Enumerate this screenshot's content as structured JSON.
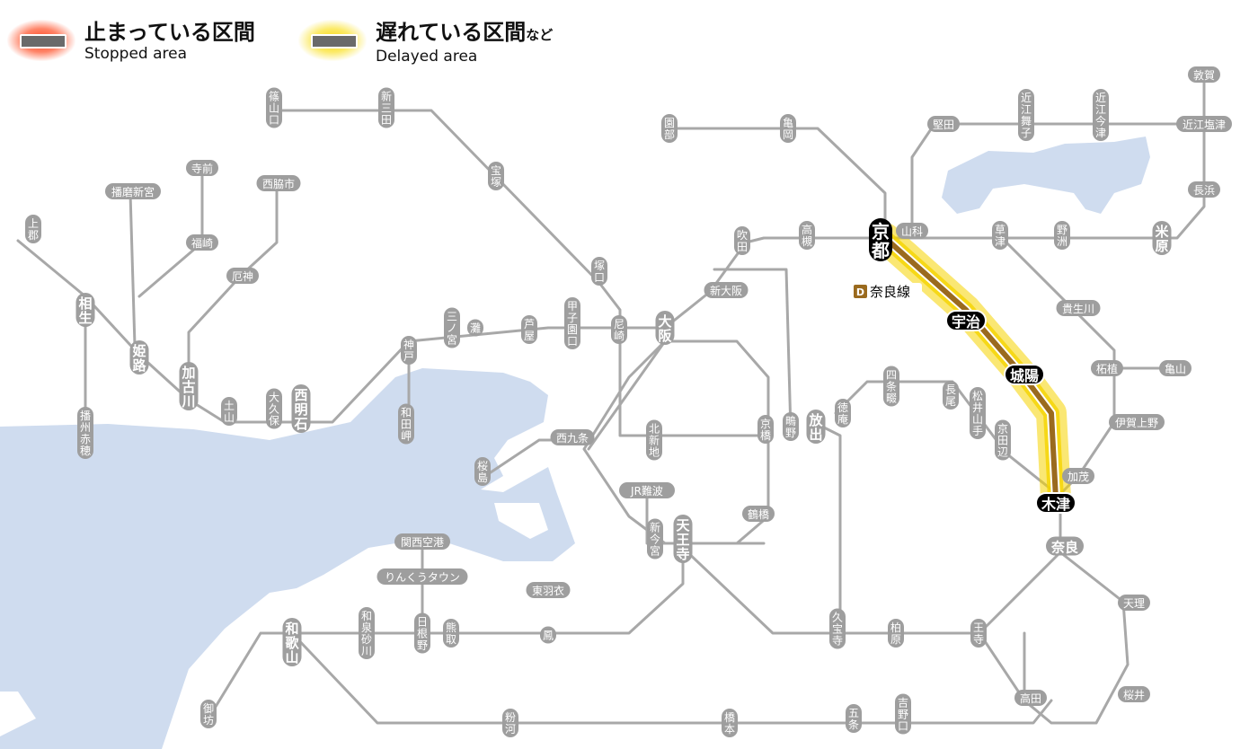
{
  "legend": {
    "stopped": {
      "label": "止まっている区間",
      "label_en": "Stopped area",
      "color": "#ff4020"
    },
    "delayed": {
      "label": "遅れている区間",
      "label_suffix": "など",
      "label_en": "Delayed area",
      "color": "#f5d400"
    }
  },
  "line_badge": {
    "code": "D",
    "name": "奈良線",
    "color": "#9a6a1e"
  },
  "delayed_section": [
    "京都",
    "宇治",
    "城陽",
    "木津"
  ],
  "stations": {
    "kyoto": "京都",
    "uji": "宇治",
    "joyo": "城陽",
    "kizu": "木津",
    "tsuruga": "敦賀",
    "kataTa": "堅田",
    "omimaiko": "近江舞子",
    "omiimazu": "近江今津",
    "omishiotsu": "近江塩津",
    "nagahama": "長浜",
    "maibara": "米原",
    "kusatsu": "草津",
    "yasu": "野洲",
    "yamashina": "山科",
    "sonobe": "園部",
    "kameoka": "亀岡",
    "takatsuki": "高槻",
    "suita": "吹田",
    "shinosaka": "新大阪",
    "osaka": "大阪",
    "takarazuka": "宝塚",
    "tsukaguchi": "塚口",
    "amagasaki": "尼崎",
    "sasayamaguchi": "篠山口",
    "shinsanda": "新三田",
    "koshienguchi": "甲子園口",
    "ashiya": "芦屋",
    "nada": "灘",
    "sannomiya": "三ノ宮",
    "kobe": "神戸",
    "wadamisaki": "和田岬",
    "nishiakashi": "西明石",
    "okubo": "大久保",
    "dobo": "土山",
    "kakogawa": "加古川",
    "himeji": "姫路",
    "aioi": "相生",
    "kamigori": "上郡",
    "banshuako": "播州赤穂",
    "harimashingu": "播磨新宮",
    "teramae": "寺前",
    "fukusaki": "福崎",
    "nishiwakishi": "西脇市",
    "yakujin": "厄神",
    "nishikujo": "西九条",
    "sakurajima": "桜島",
    "kitashinchi": "北新地",
    "kyobashi": "京橋",
    "shigino": "鴫野",
    "hanaten": "放出",
    "tsuruhashi": "鶴橋",
    "jrnamba": "JR難波",
    "shinimamiya": "新今宮",
    "tennoji": "天王寺",
    "kansaiairport": "関西空港",
    "rinkutown": "りんくうタウン",
    "higashihagoromo": "東羽衣",
    "otori": "鳳",
    "kumatori": "熊取",
    "hineno": "日根野",
    "izumisunagawa": "和泉砂川",
    "wakayama": "和歌山",
    "gobo": "御坊",
    "kokawa": "粉河",
    "hashimoto": "橋本",
    "gojo": "五条",
    "yoshinoguchi": "吉野口",
    "takada": "高田",
    "sakurai": "桜井",
    "tenri": "天理",
    "nara": "奈良",
    "oji": "王寺",
    "kashiwara": "柏原",
    "kyuhoji": "久宝寺",
    "tokuan": "徳庵",
    "shijonawate": "四条畷",
    "nagao": "長尾",
    "matsuiyamate": "松井山手",
    "kyotanabe": "京田辺",
    "kamo": "加茂",
    "igaueno": "伊賀上野",
    "tsuge": "柘植",
    "kameyama": "亀山",
    "kibukawa": "貴生川"
  },
  "colors": {
    "line": "#a8a8a8",
    "station_box": "#9e9e9e",
    "water": "#cfdcef",
    "major_station": "#000000",
    "delayed_line": "#9a6a1e"
  }
}
